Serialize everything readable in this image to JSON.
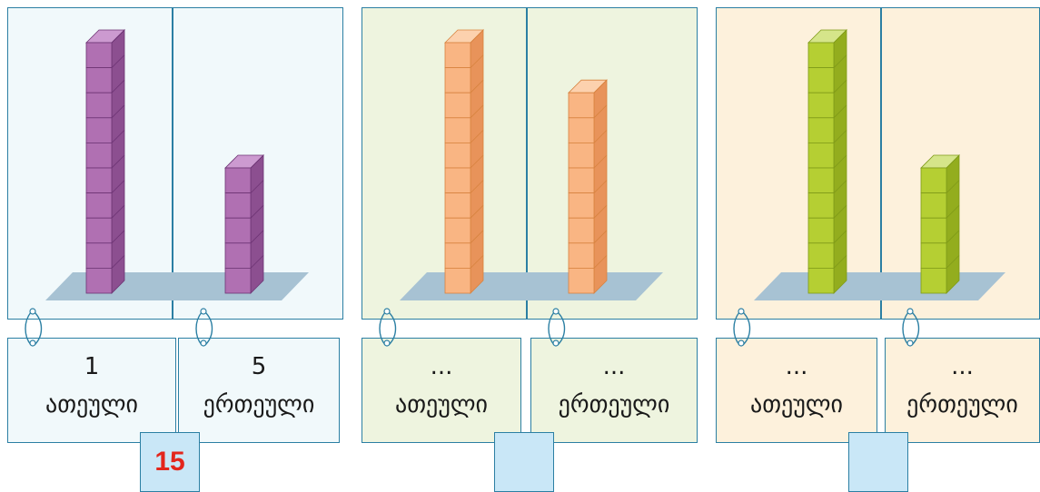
{
  "groups": [
    {
      "tens_block_count": 10,
      "ones_block_count": 5,
      "tens_value": "1",
      "tens_label": "ათეული",
      "ones_value": "5",
      "ones_label": "ერთეული",
      "answer": "15",
      "panel_color": "#f1f9fb",
      "block_front": "#b070b2",
      "block_top": "#cc9ad0",
      "block_side": "#8c4f90",
      "block_edge": "#6d3474"
    },
    {
      "tens_block_count": 10,
      "ones_block_count": 8,
      "tens_value": "...",
      "tens_label": "ათეული",
      "ones_value": "...",
      "ones_label": "ერთეული",
      "answer": "",
      "panel_color": "#eef4df",
      "block_front": "#f9b583",
      "block_top": "#fcd1ae",
      "block_side": "#e8935a",
      "block_edge": "#d7833f"
    },
    {
      "tens_block_count": 10,
      "ones_block_count": 5,
      "tens_value": "...",
      "tens_label": "ათეული",
      "ones_value": "...",
      "ones_label": "ერთეული",
      "answer": "",
      "panel_color": "#fdf1dc",
      "block_front": "#b5cf33",
      "block_top": "#d5e58a",
      "block_side": "#93ad1e",
      "block_edge": "#7f9a18"
    }
  ],
  "colors": {
    "border": "#2b7fa3",
    "shadow": "#a7c2d3",
    "answer_box": "#c9e7f7",
    "answer_text": "#e3261c"
  }
}
